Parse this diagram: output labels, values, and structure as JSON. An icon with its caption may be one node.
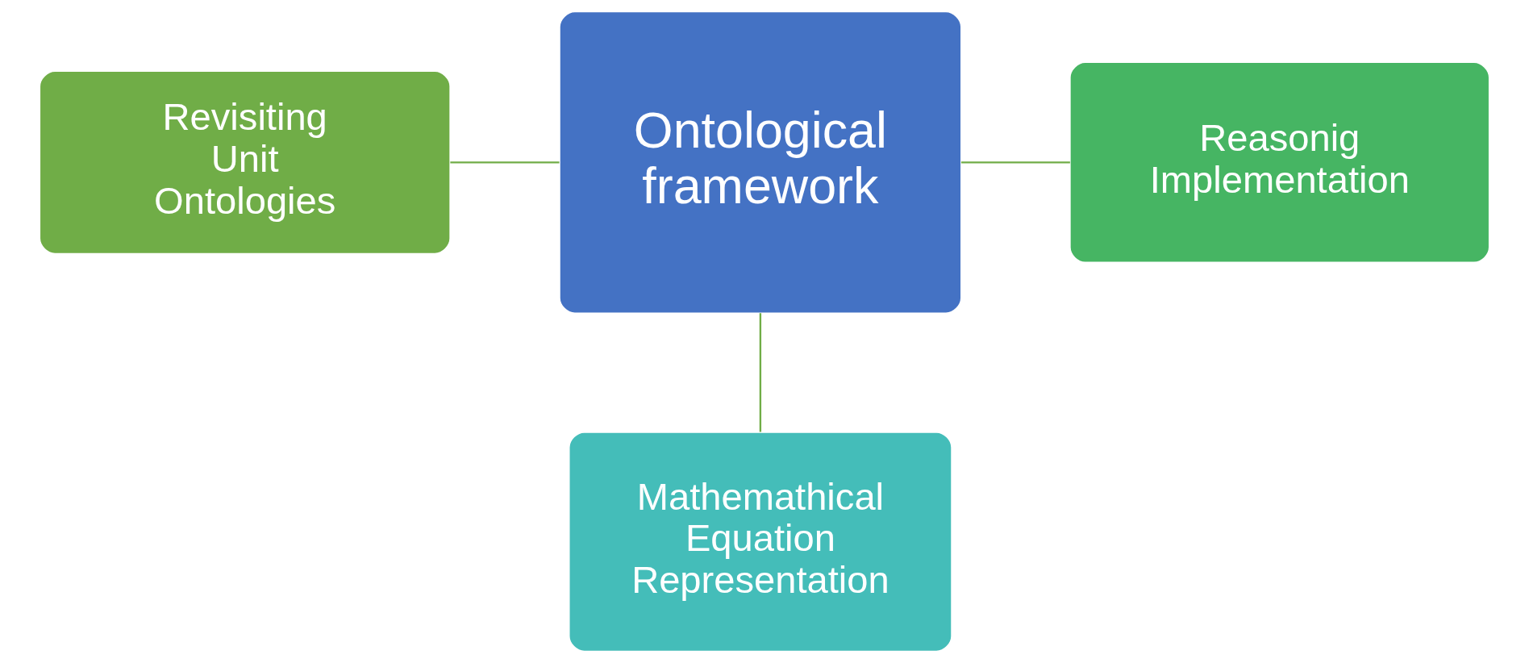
{
  "diagram": {
    "nodes": [
      {
        "text": [
          "Mathemathical Equation Representation"
        ]
      },
      {
        "text": [
          "Revisiting Unit Ontologies"
        ]
      },
      {
        "text": [
          "Ontological framework"
        ]
      },
      {
        "text": [
          "Reasonig Implementation"
        ]
      }
    ],
    "edges": [
      {
        "from": 2,
        "to": 0,
        "arrow": "none"
      },
      {
        "from": 1,
        "to": 2,
        "arrow": "none"
      },
      {
        "from": 2,
        "to": 3,
        "arrow": "none"
      }
    ]
  }
}
